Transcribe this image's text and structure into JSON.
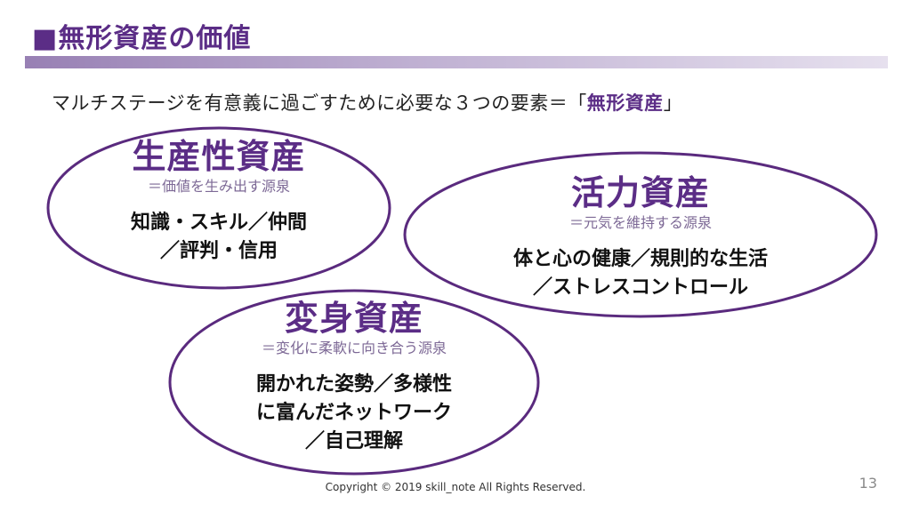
{
  "slide": {
    "title": "■無形資産の価値",
    "subtitle_prefix": "マルチステージを有意義に過ごすために必要な３つの要素＝「",
    "subtitle_accent": "無形資産",
    "subtitle_suffix": "」",
    "assets": [
      {
        "name": "生産性資産",
        "definition": "＝価値を生み出す源泉",
        "elements": [
          "知識・スキル／仲間",
          "／評判・信用"
        ]
      },
      {
        "name": "活力資産",
        "definition": "＝元気を維持する源泉",
        "elements": [
          "体と心の健康／規則的な生活",
          "／ストレスコントロール"
        ]
      },
      {
        "name": "変身資産",
        "definition": "＝変化に柔軟に向き合う源泉",
        "elements": [
          "開かれた姿勢／多様性",
          "に富んだネットワーク",
          "／自己理解"
        ]
      }
    ],
    "footer": "Copyright © 2019 skill_note All Rights Reserved.",
    "page_number": "13"
  },
  "colors": {
    "accent": "#5b2d86",
    "ellipse_stroke": "#5a2a7e",
    "definition_text": "#7d6996"
  }
}
